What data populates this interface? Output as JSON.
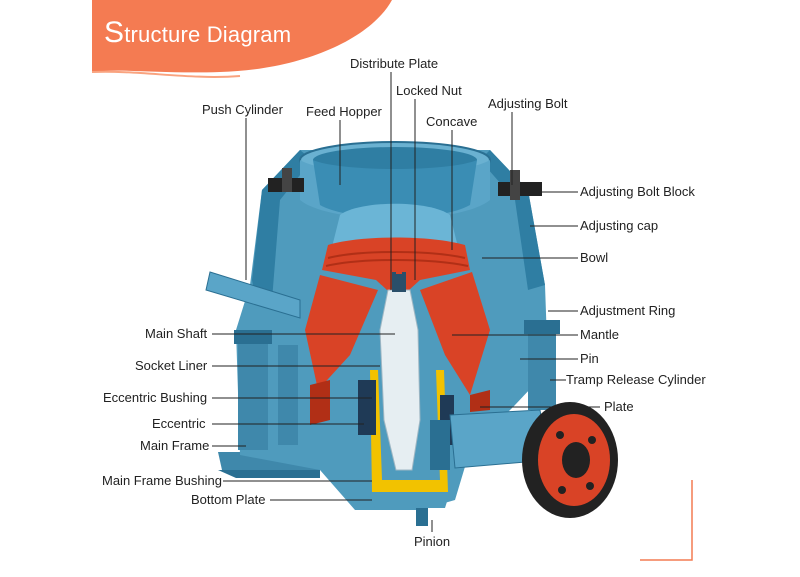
{
  "title": {
    "first_letter": "S",
    "rest": "tructure Diagram"
  },
  "colors": {
    "banner": "#f47b52",
    "body_blue": "#4f9bbd",
    "dark_blue": "#2a6f92",
    "red_parts": "#d94326",
    "yellow_parts": "#f2c200",
    "leader": "#222222"
  },
  "labels": {
    "distribute_plate": "Distribute Plate",
    "locked_nut": "Locked Nut",
    "push_cylinder": "Push Cylinder",
    "feed_hopper": "Feed Hopper",
    "adjusting_bolt": "Adjusting Bolt",
    "concave": "Concave",
    "adjusting_bolt_block": "Adjusting Bolt Block",
    "adjusting_cap": "Adjusting cap",
    "bowl": "Bowl",
    "adjustment_ring": "Adjustment Ring",
    "main_shaft": "Main Shaft",
    "mantle": "Mantle",
    "socket_liner": "Socket Liner",
    "pin": "Pin",
    "tramp_release_cylinder": "Tramp Release Cylinder",
    "eccentric_bushing": "Eccentric Bushing",
    "plate": "Plate",
    "eccentric": "Eccentric",
    "main_frame": "Main Frame",
    "main_frame_bushing": "Main Frame Bushing",
    "bottom_plate": "Bottom Plate",
    "pinion": "Pinion"
  }
}
